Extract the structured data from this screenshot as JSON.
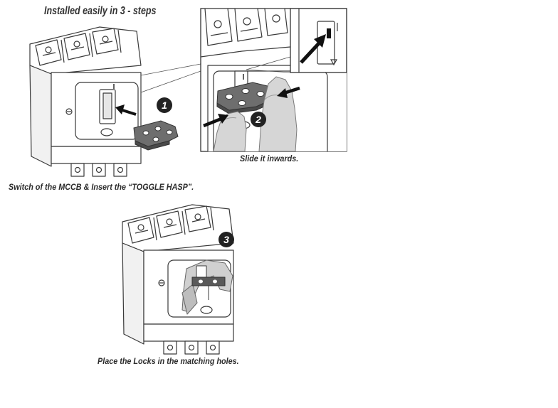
{
  "title": "Installed easily in 3 - steps",
  "steps": [
    {
      "number": "1",
      "caption": "Switch of the MCCB & Insert the “TOGGLE HASP”."
    },
    {
      "number": "2",
      "caption": "Slide it inwards."
    },
    {
      "number": "3",
      "caption": "Place the Locks in the matching holes."
    }
  ],
  "colors": {
    "line": "#3a3a3a",
    "hasp": "#6e6e6e",
    "hand": "#d6d6d6",
    "badge": "#222222"
  }
}
